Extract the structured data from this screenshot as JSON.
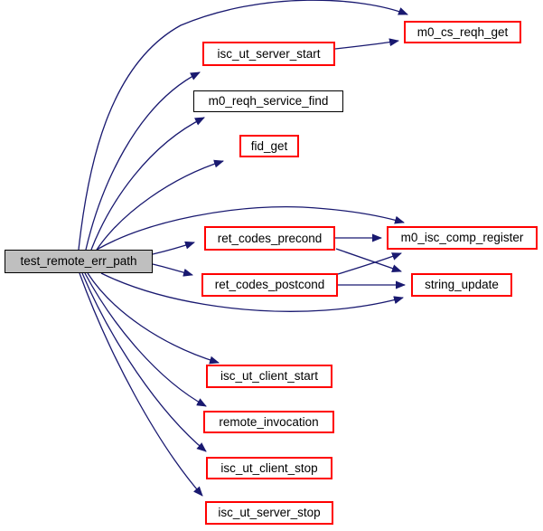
{
  "diagram": {
    "kind": "call-graph",
    "background_color": "#ffffff",
    "edge_color": "#191970",
    "linked_node_border_color": "#ff0000",
    "plain_node_border_color": "#000000",
    "current_node_fill": "#bfbfbf",
    "nodes": [
      {
        "id": "test_remote_err_path",
        "label": "test_remote_err_path",
        "role": "current"
      },
      {
        "id": "m0_cs_reqh_get",
        "label": "m0_cs_reqh_get",
        "role": "linked"
      },
      {
        "id": "isc_ut_server_start",
        "label": "isc_ut_server_start",
        "role": "linked"
      },
      {
        "id": "m0_reqh_service_find",
        "label": "m0_reqh_service_find",
        "role": "plain"
      },
      {
        "id": "fid_get",
        "label": "fid_get",
        "role": "linked"
      },
      {
        "id": "ret_codes_precond",
        "label": "ret_codes_precond",
        "role": "linked"
      },
      {
        "id": "m0_isc_comp_register",
        "label": "m0_isc_comp_register",
        "role": "linked"
      },
      {
        "id": "ret_codes_postcond",
        "label": "ret_codes_postcond",
        "role": "linked"
      },
      {
        "id": "string_update",
        "label": "string_update",
        "role": "linked"
      },
      {
        "id": "isc_ut_client_start",
        "label": "isc_ut_client_start",
        "role": "linked"
      },
      {
        "id": "remote_invocation",
        "label": "remote_invocation",
        "role": "linked"
      },
      {
        "id": "isc_ut_client_stop",
        "label": "isc_ut_client_stop",
        "role": "linked"
      },
      {
        "id": "isc_ut_server_stop",
        "label": "isc_ut_server_stop",
        "role": "linked"
      }
    ],
    "edges": [
      {
        "from": "test_remote_err_path",
        "to": "m0_cs_reqh_get"
      },
      {
        "from": "test_remote_err_path",
        "to": "isc_ut_server_start"
      },
      {
        "from": "test_remote_err_path",
        "to": "m0_reqh_service_find"
      },
      {
        "from": "test_remote_err_path",
        "to": "fid_get"
      },
      {
        "from": "test_remote_err_path",
        "to": "ret_codes_precond"
      },
      {
        "from": "test_remote_err_path",
        "to": "ret_codes_postcond"
      },
      {
        "from": "test_remote_err_path",
        "to": "m0_isc_comp_register"
      },
      {
        "from": "test_remote_err_path",
        "to": "string_update"
      },
      {
        "from": "test_remote_err_path",
        "to": "isc_ut_client_start"
      },
      {
        "from": "test_remote_err_path",
        "to": "remote_invocation"
      },
      {
        "from": "test_remote_err_path",
        "to": "isc_ut_client_stop"
      },
      {
        "from": "test_remote_err_path",
        "to": "isc_ut_server_stop"
      },
      {
        "from": "isc_ut_server_start",
        "to": "m0_cs_reqh_get"
      },
      {
        "from": "ret_codes_precond",
        "to": "m0_isc_comp_register"
      },
      {
        "from": "ret_codes_precond",
        "to": "string_update"
      },
      {
        "from": "ret_codes_postcond",
        "to": "m0_isc_comp_register"
      },
      {
        "from": "ret_codes_postcond",
        "to": "string_update"
      }
    ]
  }
}
